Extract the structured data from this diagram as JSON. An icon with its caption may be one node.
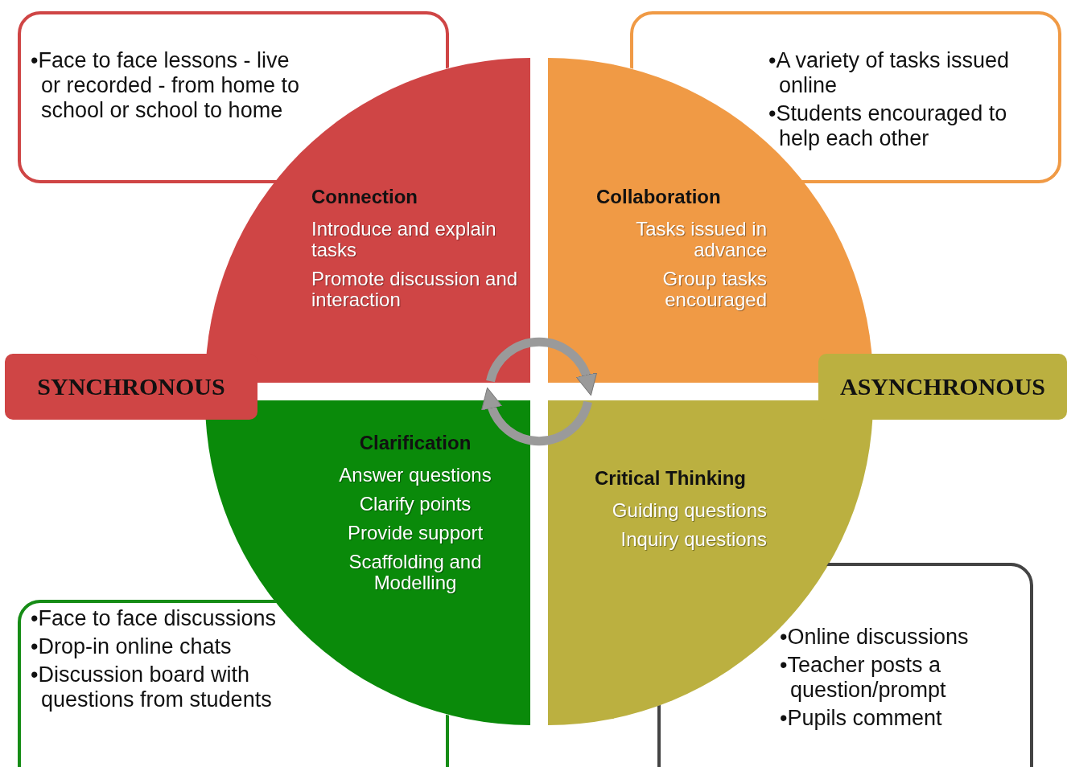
{
  "diagram": {
    "nodes": [
      {
        "text": [
          "•Face to face lessons - live or recorded - from home to school or school to home"
        ]
      },
      {
        "text": [
          "•A variety of tasks issued online",
          "•Students encouraged to help each other"
        ]
      },
      {
        "text": [
          "Connection",
          "Introduce and explain tasks",
          "Promote discussion and interaction"
        ]
      },
      {
        "text": [
          "Collaboration",
          "Tasks issued  in advance",
          "Group tasks encouraged"
        ]
      },
      {
        "text": [
          "SYNCHRONOUS"
        ]
      },
      {
        "text": [
          "ASYNCHRONOUS"
        ]
      },
      {
        "text": [
          "Clarification",
          "Answer questions",
          "Clarify points",
          "Provide support",
          "Scaffolding and Modelling"
        ]
      },
      {
        "text": [
          "Critical Thinking",
          "Guiding questions",
          "Inquiry questions"
        ]
      },
      {
        "text": [
          "•Face to face discussions",
          "•Drop-in online chats",
          "•Discussion board with questions from students"
        ]
      },
      {
        "text": [
          "•Online discussions",
          "•Teacher posts a question/prompt",
          "•Pupils comment"
        ]
      }
    ],
    "edges": [
      {
        "from": 2,
        "to": 3,
        "arrow": "to"
      },
      {
        "from": 7,
        "to": 6,
        "arrow": "to"
      }
    ]
  }
}
